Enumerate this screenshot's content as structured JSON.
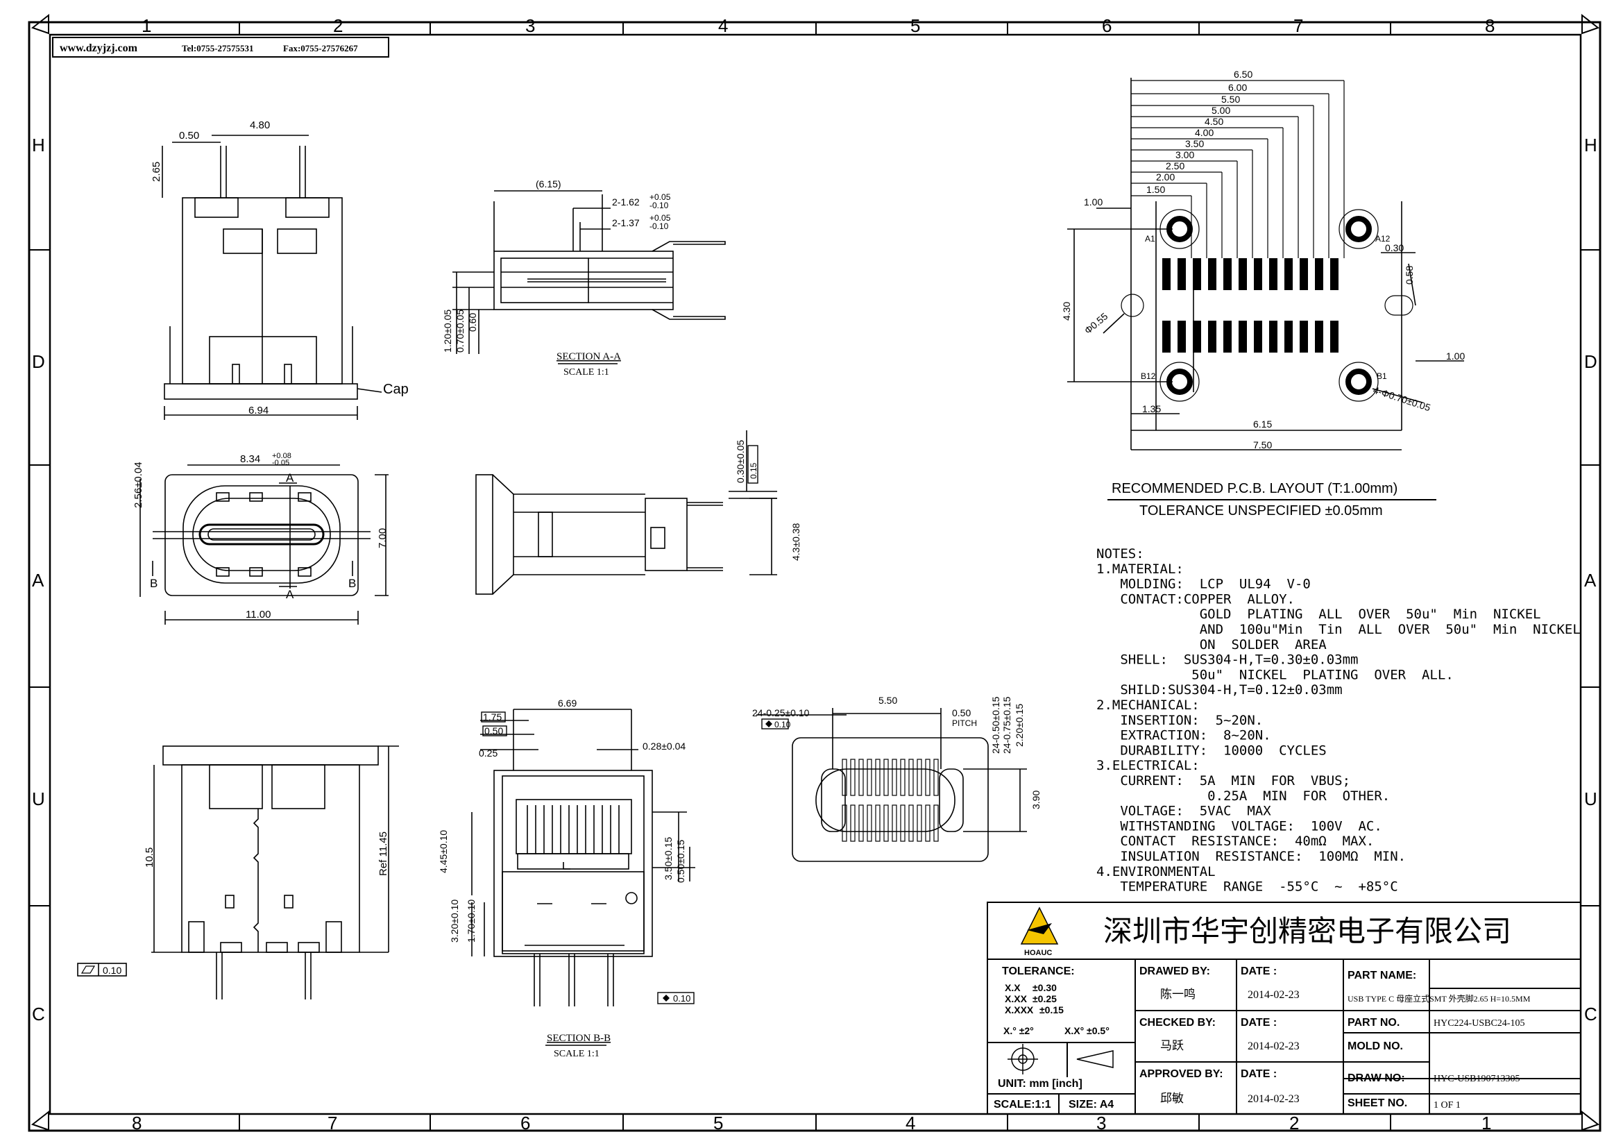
{
  "border": {
    "cols_top": [
      "1",
      "2",
      "3",
      "4",
      "5",
      "6",
      "7",
      "8"
    ],
    "cols_bottom": [
      "8",
      "7",
      "6",
      "5",
      "4",
      "3",
      "2",
      "1"
    ],
    "rows": [
      "H",
      "D",
      "A",
      "U",
      "C"
    ]
  },
  "header": {
    "website": "www.dzyjzj.com",
    "tel": "Tel:0755-27575531",
    "fax": "Fax:0755-27576267"
  },
  "front_view": {
    "dims": [
      "0.50",
      "4.80",
      "2.65",
      "6.94"
    ],
    "cap_label": "Cap"
  },
  "section_aa": {
    "dims": [
      "(6.15)",
      "2-1.62",
      "+0.05",
      "-0.10",
      "2-1.37",
      "+0.05",
      "-0.10",
      "1.20±0.05",
      "0.70±0.05",
      "0.60"
    ],
    "title": "SECTION A-A",
    "scale": "SCALE 1:1"
  },
  "top_view": {
    "dims": [
      "8.34",
      "+0.08",
      "-0.05",
      "2.56±0.04",
      "7.00",
      "11.00"
    ],
    "marks": [
      "A",
      "A",
      "B",
      "B"
    ]
  },
  "side_view": {
    "dims": [
      "0.30±0.05",
      "0.15",
      "4.3±0.38"
    ]
  },
  "bottom_view": {
    "dims": [
      "10.5",
      "Ref 11.45"
    ],
    "flatness": "0.10"
  },
  "section_bb": {
    "dims": [
      "6.69",
      "1.75",
      "0.50",
      "0.25",
      "0.28±0.04",
      "4.45±0.10",
      "3.50±0.15",
      "0.50±0.15",
      "3.20±0.10",
      "1.70±0.10"
    ],
    "flatness": "0.10",
    "title": "SECTION B-B",
    "scale": "SCALE 1:1"
  },
  "contact_view": {
    "dims": [
      "24-0.25±0.10",
      "0.10",
      "5.50",
      "0.50",
      "PITCH",
      "24-0.50±0.15",
      "24-0.75±0.15",
      "2.20±0.15",
      "3.90"
    ]
  },
  "pcb_layout": {
    "dims_top": [
      "6.50",
      "6.00",
      "5.50",
      "5.00",
      "4.50",
      "4.00",
      "3.50",
      "3.00",
      "2.50",
      "2.00",
      "1.50"
    ],
    "dims_other": [
      "1.00",
      "0.30",
      "0.58",
      "4.30",
      "Φ0.55",
      "1.00",
      "1.35",
      "6.15",
      "7.50",
      "4-Φ0.70±0.05"
    ],
    "pins": [
      "A1",
      "A12",
      "B12",
      "B1"
    ],
    "title": "RECOMMENDED   P.C.B.  LAYOUT  (T:1.00mm)",
    "tolerance": "TOLERANCE  UNSPECIFIED  ±0.05mm"
  },
  "notes": [
    "NOTES:",
    "1.MATERIAL:",
    "   MOLDING:  LCP  UL94  V-0",
    "   CONTACT:COPPER  ALLOY.",
    "             GOLD  PLATING  ALL  OVER  50u\"  Min  NICKEL",
    "             AND  100u\"Min  Tin  ALL  OVER  50u\"  Min  NICKEL",
    "             ON  SOLDER  AREA",
    "   SHELL:  SUS304-H,T=0.30±0.03mm",
    "            50u\"  NICKEL  PLATING  OVER  ALL.",
    "   SHILD:SUS304-H,T=0.12±0.03mm",
    "2.MECHANICAL:",
    "   INSERTION:  5~20N.",
    "   EXTRACTION:  8~20N.",
    "   DURABILITY:  10000  CYCLES",
    "3.ELECTRICAL:",
    "   CURRENT:  5A  MIN  FOR  VBUS;",
    "              0.25A  MIN  FOR  OTHER.",
    "   VOLTAGE:  5VAC  MAX",
    "   WITHSTANDING  VOLTAGE:  100V  AC.",
    "   CONTACT  RESISTANCE:  40mΩ  MAX.",
    "   INSULATION  RESISTANCE:  100MΩ  MIN.",
    "4.ENVIRONMENTAL",
    "   TEMPERATURE  RANGE  -55°C  ~  +85°C"
  ],
  "title_block": {
    "company": "深圳市华宇创精密电子有限公司",
    "logo_text": "HOAUC",
    "tolerance_label": "TOLERANCE:",
    "tol_rows": [
      [
        "X.X",
        "±0.30"
      ],
      [
        "X.XX",
        "±0.25"
      ],
      [
        "X.XXX",
        "±0.15"
      ]
    ],
    "angle_tol": [
      "X.°  ±2°",
      "X.X°  ±0.5°"
    ],
    "unit": "UNIT:  mm  [inch]",
    "scale": "SCALE:1:1",
    "size": "SIZE:  A4",
    "drawn_by_label": "DRAWED  BY:",
    "drawn_by": "陈一鸣",
    "checked_by_label": "CHECKED  BY:",
    "checked_by": "马跃",
    "approved_by_label": "APPROVED  BY:",
    "approved_by": "邱敏",
    "date_label": "DATE  :",
    "dates": [
      "2014-02-23",
      "2014-02-23",
      "2014-02-23"
    ],
    "part_name_label": "PART  NAME:",
    "part_name": "USB  TYPE  C  母座立式SMT  外壳脚2.65  H=10.5MM",
    "part_no_label": "PART  NO.",
    "part_no": "HYC224-USBC24-105",
    "mold_no_label": "MOLD  NO.",
    "mold_no": "",
    "draw_no_label": "DRAW  NO:",
    "draw_no": "HYC-USB190713305",
    "sheet_label": "SHEET  NO.",
    "sheet": "1  OF  1"
  }
}
